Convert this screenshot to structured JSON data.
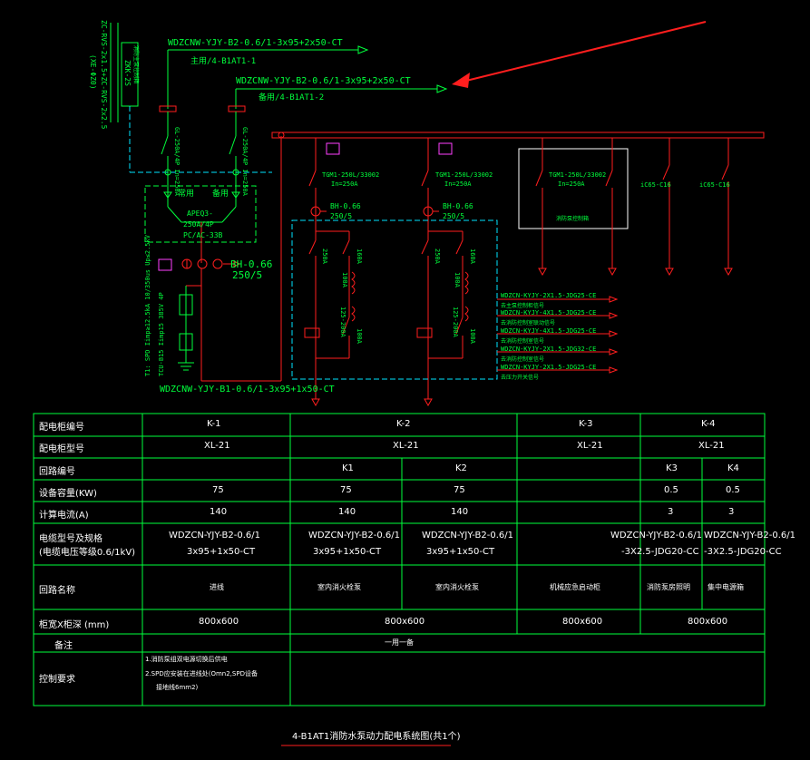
{
  "feeders": {
    "main_cable": "WDZCNW-YJY-B2-0.6/1-3x95+2x50-CT",
    "main_label": "主用/4-B1AT1-1",
    "backup_cable": "WDZCNW-YJY-B2-0.6/1-3x95+2x50-CT",
    "backup_label": "备用/4-B1AT1-2",
    "bottom_cable": "WDZCNW-YJY-B1-0.6/1-3x95+1x50-CT",
    "left_vertical": "ZC-RVS-2x1.5+ZC-RVS-2x2.5",
    "left_vertical2": "(XE-ΦZ0)",
    "left_box": "ZKK-2S",
    "left_box2": "消防主泵控制箱"
  },
  "devices": {
    "atse_breaker_l": "GL-250A/4P In=250A",
    "atse_breaker_r": "GL-250A/4P In=250A",
    "atse_main": "常用",
    "atse_backup": "备用",
    "atse_model": "APEQ3-",
    "atse_rating": "250A/4P",
    "atse_type": "PC/AC-33B",
    "ct_main": "BH-0.66",
    "ct_main2": "250/5",
    "spd": "T1: SPD Iimp≥12.5kA 10/350us Up≤2.5kV",
    "spd2": "TCU-B15 Iimp15 385V 4P",
    "tgm_1": "TGM1-250L/33002",
    "tgm_1b": "In=250A",
    "tgm_2": "TGM1-250L/33002",
    "tgm_2b": "In=250A",
    "tgm_3": "TGM1-250L/33002",
    "tgm_3b": "In=250A",
    "tgm_3c": "消防泵控制箱",
    "ct_1": "BH-0.66",
    "ct_1b": "250/5",
    "ct_2": "BH-0.66",
    "ct_2b": "250/5",
    "c1": "iC65-C16",
    "c2": "iC65-C16",
    "contactor_a": "250A",
    "contactor_b": "160A",
    "contactor_c": "100A",
    "thermal": "125-200A",
    "contactor_d": "100A"
  },
  "control_cables": [
    "WDZCN-KYJY-2X1.5-JDG25-CE",
    "去主泵控制柜信号",
    "WDZCN-KYJY-4X1.5-JDG25-CE",
    "去消防控制室联动信号",
    "WDZCN-KYJY-4X1.5-JDG25-CE",
    "去消防控制室信号",
    "WDZCN-KYJY-2X1.5-JDG32-CE",
    "去消防控制室信号",
    "WDZCN-KYJY-2X1.5-JDG25-CE",
    "去压力开关信号"
  ],
  "table": {
    "row_labels": [
      "配电柜编号",
      "配电柜型号",
      "回路编号",
      "设备容量(KW)",
      "计算电流(A)",
      "电缆型号及规格",
      "(电缆电压等级0.6/1kV)",
      "回路名称",
      "柜宽X柜深 (mm)",
      "备注",
      "控制要求"
    ],
    "cabinet_no": [
      "K-1",
      "K-2",
      "K-3",
      "K-4"
    ],
    "cabinet_model": [
      "XL-21",
      "XL-21",
      "XL-21",
      "XL-21"
    ],
    "circuit_no": [
      "",
      "K1",
      "K2",
      "",
      "K3",
      "K4"
    ],
    "capacity": [
      "75",
      "75",
      "75",
      "",
      "0.5",
      "0.5"
    ],
    "current": [
      "140",
      "140",
      "140",
      "",
      "3",
      "3"
    ],
    "cable_1": [
      "WDZCN-YJY-B2-0.6/1",
      "WDZCN-YJY-B2-0.6/1",
      "WDZCN-YJY-B2-0.6/1",
      "WDZCN-YJY-B2-0.6/1",
      "WDZCN-YJY-B2-0.6/1"
    ],
    "cable_2": [
      "3x95+1x50-CT",
      "3x95+1x50-CT",
      "3x95+1x50-CT",
      "-3X2.5-JDG20-CC",
      "-3X2.5-JDG20-CC"
    ],
    "circuit_name": [
      "进线",
      "室内消火栓泵",
      "室内消火栓泵",
      "机械应急启动柜",
      "消防泵房照明",
      "集中电源箱"
    ],
    "size": [
      "800x600",
      "800x600",
      "800x600",
      "800x600"
    ],
    "remark": "一用一备",
    "control_1": "1.消防泵组双电源切换后供电",
    "control_2": "2.SPD应安装在进线处(Omn2,SPD设备",
    "control_3": "接地线6mm2)"
  },
  "title": "4-B1AT1消防水泵动力配电系统图(共1个)",
  "colors": {
    "green": "#00ff3c",
    "red": "#ff1e1e",
    "cyan": "#00e5ff",
    "white": "#ffffff",
    "magenta": "#ff40ff"
  }
}
